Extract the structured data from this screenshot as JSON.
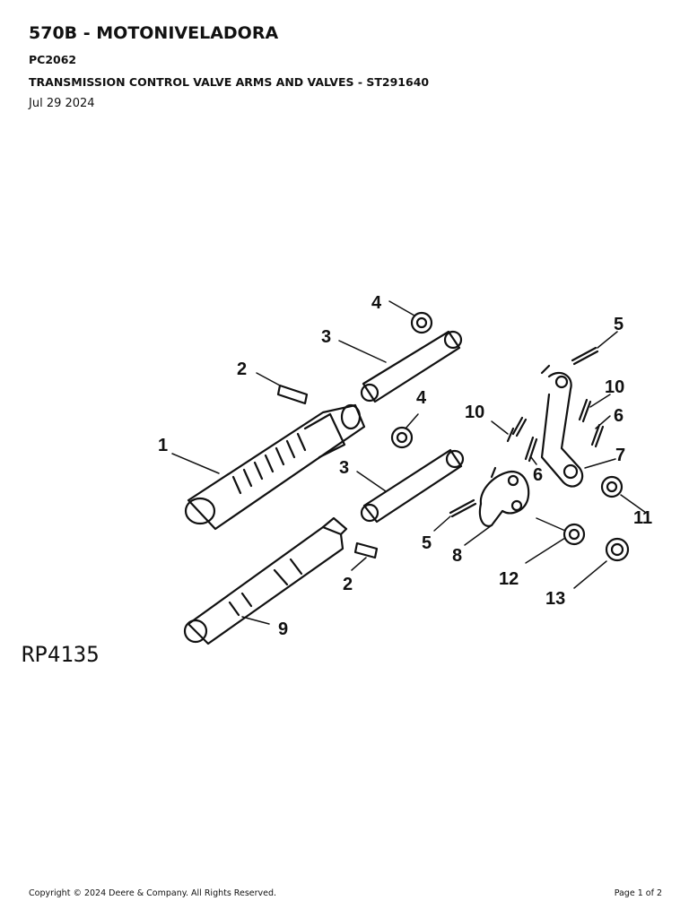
{
  "header": {
    "title": "570B - MOTONIVELADORA",
    "code": "PC2062",
    "subtitle": "TRANSMISSION CONTROL VALVE ARMS AND VALVES - ST291640",
    "date": "Jul 29 2024"
  },
  "figure": {
    "id": "RP4135",
    "callouts": [
      "1",
      "2",
      "3",
      "4",
      "5",
      "6",
      "7",
      "8",
      "9",
      "10",
      "11",
      "12",
      "13"
    ]
  },
  "footer": {
    "copyright": "Copyright © 2024 Deere & Company. All Rights Reserved.",
    "page": "Page 1 of 2"
  }
}
